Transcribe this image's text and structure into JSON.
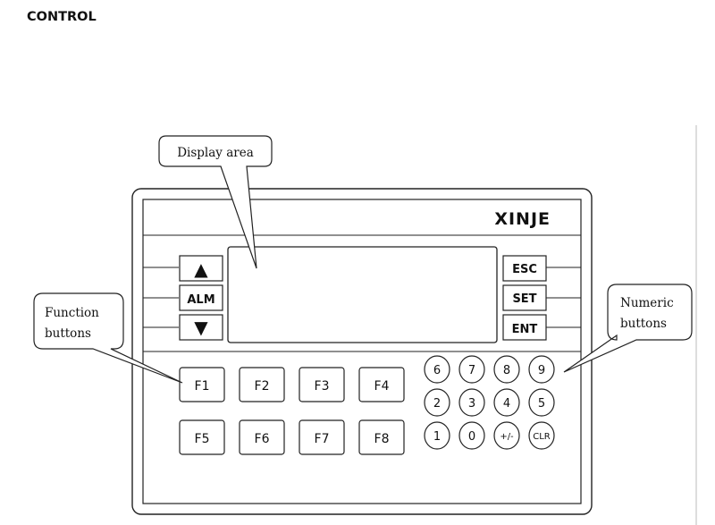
{
  "heading": "CONTROL",
  "brand": "XINJE",
  "callouts": {
    "display": "Display area",
    "function_line1": "Function",
    "function_line2": "buttons",
    "numeric_line1": "Numeric",
    "numeric_line2": "buttons"
  },
  "nav_buttons": {
    "up_glyph": "▲",
    "alarm": "ALM",
    "down_glyph": "▼"
  },
  "control_buttons": {
    "escape": "ESC",
    "set": "SET",
    "enter": "ENT"
  },
  "function_keys": {
    "row1": [
      "F1",
      "F2",
      "F3",
      "F4"
    ],
    "row2": [
      "F5",
      "F6",
      "F7",
      "F8"
    ]
  },
  "numeric_keys": {
    "row1": [
      "6",
      "7",
      "8",
      "9"
    ],
    "row2": [
      "2",
      "3",
      "4",
      "5"
    ],
    "row3": [
      "1",
      "0",
      "+/-",
      "CLR"
    ]
  }
}
